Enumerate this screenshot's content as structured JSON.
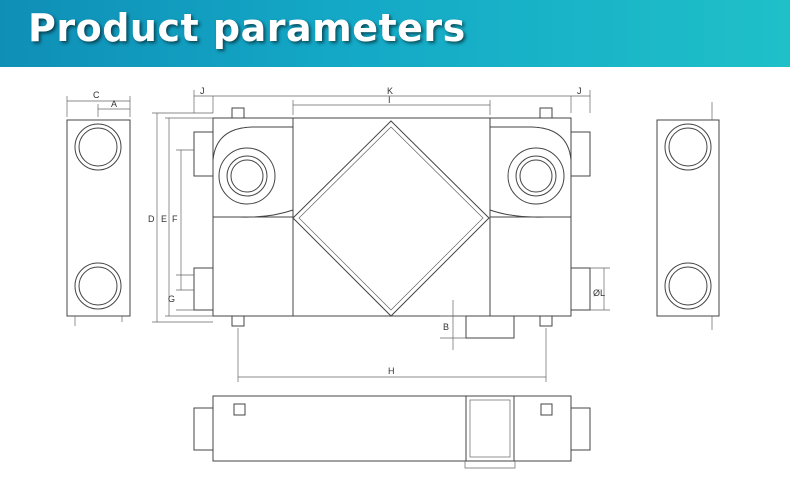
{
  "header": {
    "title": "Product parameters",
    "background_colors": [
      "#0f8fb6",
      "#1fc0c8"
    ]
  },
  "diagram": {
    "dimension_labels": {
      "a": "A",
      "b": "B",
      "c": "C",
      "d": "D",
      "e": "E",
      "f": "F",
      "g": "G",
      "h": "H",
      "i": "I",
      "j_left": "J",
      "j_right": "J",
      "k": "K",
      "l": "ØL"
    }
  }
}
